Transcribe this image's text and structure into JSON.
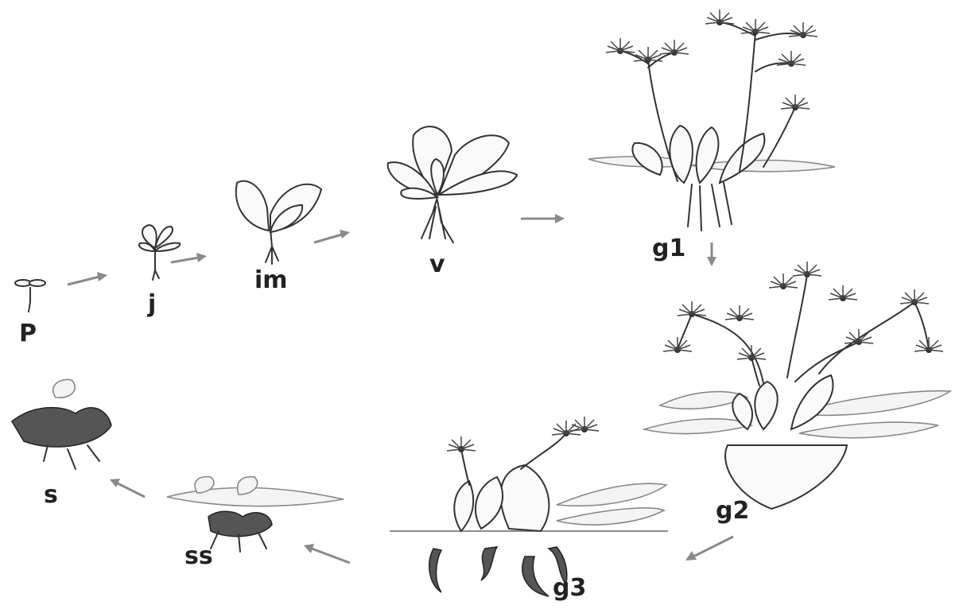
{
  "diagram": {
    "stages": [
      {
        "id": "p",
        "label": "P"
      },
      {
        "id": "j",
        "label": "j"
      },
      {
        "id": "im",
        "label": "im"
      },
      {
        "id": "v",
        "label": "v"
      },
      {
        "id": "g1",
        "label": "g1"
      },
      {
        "id": "g2",
        "label": "g2"
      },
      {
        "id": "g3",
        "label": "g3"
      },
      {
        "id": "ss",
        "label": "ss"
      },
      {
        "id": "s",
        "label": "s"
      }
    ]
  }
}
